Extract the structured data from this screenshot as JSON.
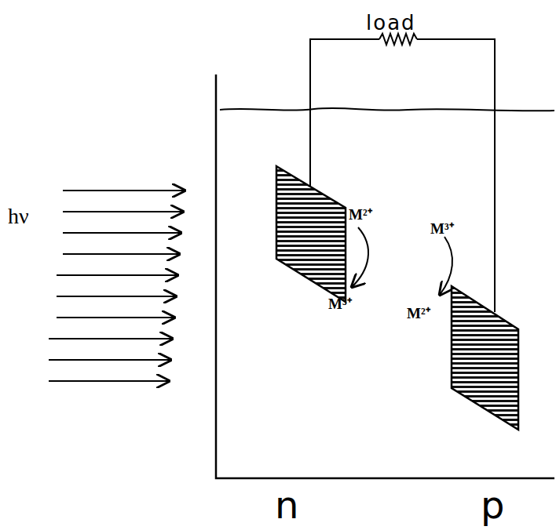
{
  "diagram": {
    "labels": [
      "load",
      "hν",
      "M²⁺",
      "M³⁺",
      "M³⁺",
      "M²⁺",
      "n",
      "p"
    ]
  }
}
